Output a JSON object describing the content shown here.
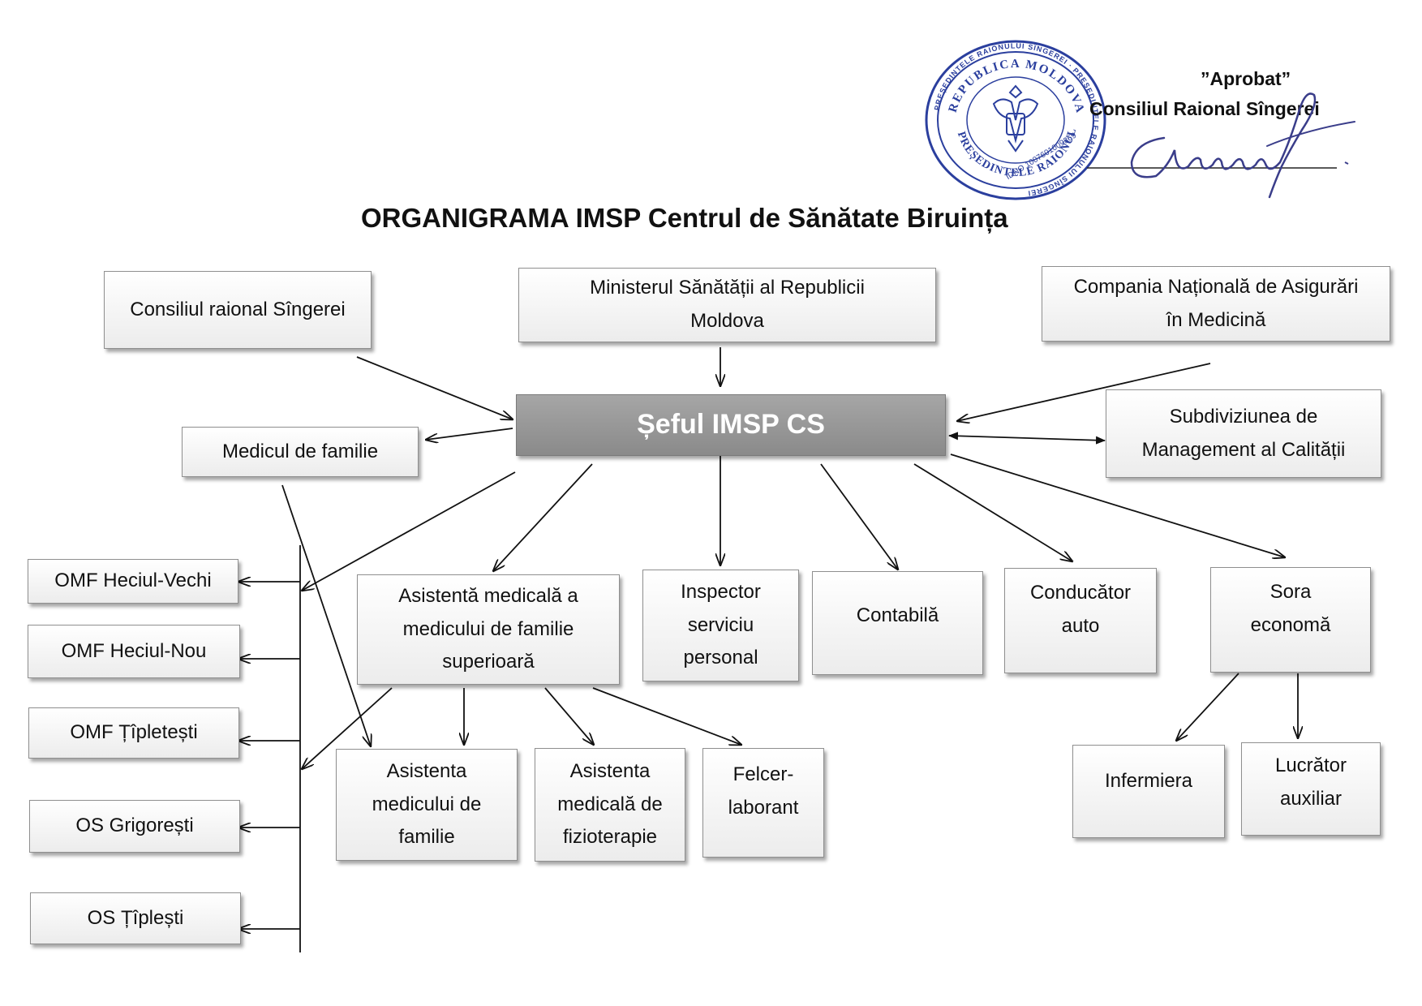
{
  "approval": {
    "heading": "”Aprobat”",
    "authority": "Consiliul Raional Sîngerei"
  },
  "stamp": {
    "outer_text": "PREȘEDINTELE RAIONULUI SÎNGEREI",
    "country": "REPUBLICA MOLDOVA",
    "office": "PREȘEDINTELE RAIONULUI SÎNGEREI",
    "idno": "IDNO 1007601009369"
  },
  "title": "ORGANIGRAMA IMSP Centrul de Sănătate Biruința",
  "nodes": {
    "consiliul": [
      "Consiliul raional Sîngerei"
    ],
    "ministerul": [
      "Ministerul Sănătății al Republicii",
      "Moldova"
    ],
    "compania": [
      "Compania Națională de Asigurări",
      "în Medicină"
    ],
    "seful": [
      "Șeful IMSP CS"
    ],
    "medicul": [
      "Medicul de familie"
    ],
    "subdiviziunea": [
      "Subdiviziunea de",
      "Management al Calității"
    ],
    "asistenta_sup": [
      "Asistentă medicală a",
      "medicului de familie",
      "superioară"
    ],
    "inspector": [
      "Inspector",
      "serviciu",
      "personal"
    ],
    "contabila": [
      "Contabilă"
    ],
    "conducator": [
      "Conducător",
      "auto"
    ],
    "sora": [
      "Sora",
      "economă"
    ],
    "omf_hv": [
      "OMF Heciul-Vechi"
    ],
    "omf_hn": [
      "OMF Heciul-Nou"
    ],
    "omf_tipletesti": [
      "OMF Țîpletești"
    ],
    "os_grigoresti": [
      "OS Grigorești"
    ],
    "os_tiplesti": [
      "OS Țîplești"
    ],
    "asist_mf": [
      "Asistenta",
      "medicului de",
      "familie"
    ],
    "asist_fizio": [
      "Asistenta",
      "medicală de",
      "fizioterapie"
    ],
    "felcer": [
      "Felcer-",
      "laborant"
    ],
    "infermiera": [
      "Infermiera"
    ],
    "lucrator": [
      "Lucrător",
      "auxiliar"
    ]
  },
  "colors": {
    "stamp": "#2b3f9e",
    "signature": "#3a3d8a",
    "chief_fill": "#949494",
    "box_border": "#8f8f8f"
  }
}
